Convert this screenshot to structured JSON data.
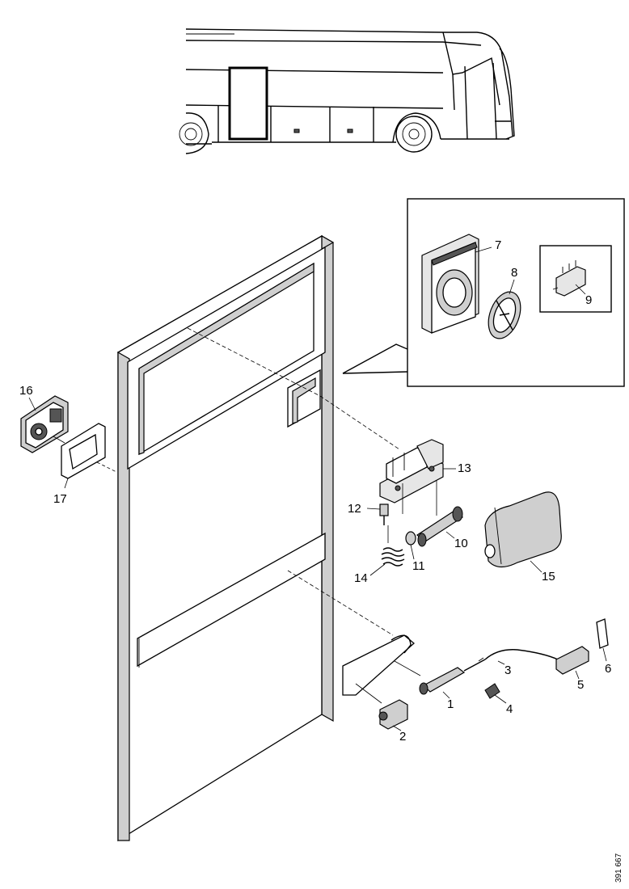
{
  "drawing": {
    "reference_code": "391 667"
  },
  "callouts": {
    "c1": "1",
    "c2": "2",
    "c3": "3",
    "c4": "4",
    "c5": "5",
    "c6": "6",
    "c7": "7",
    "c8": "8",
    "c9": "9",
    "c10": "10",
    "c11": "11",
    "c12": "12",
    "c13": "13",
    "c14": "14",
    "c15": "15",
    "c16": "16",
    "c17": "17"
  }
}
